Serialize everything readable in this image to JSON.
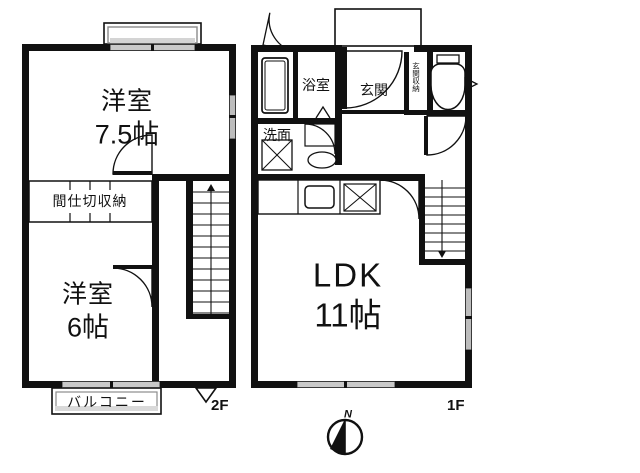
{
  "document": {
    "type": "floor-plan",
    "background_color": "#ffffff",
    "line_color": "#111111",
    "units": "帖 (tatami mats)"
  },
  "floors": [
    {
      "id": "2F",
      "label": "2F",
      "rooms": [
        {
          "name": "washitsu-upper",
          "label_main": "洋室",
          "label_size": "7.5帖",
          "size_value": 7.5
        },
        {
          "name": "washitsu-lower",
          "label_main": "洋室",
          "label_size": "6帖",
          "size_value": 6
        },
        {
          "name": "partition-closet",
          "label_main": "間仕切収納"
        },
        {
          "name": "balcony",
          "label_main": "バルコニー"
        },
        {
          "name": "stairs-up",
          "label_main": ""
        }
      ]
    },
    {
      "id": "1F",
      "label": "1F",
      "rooms": [
        {
          "name": "ldk",
          "label_main": "LDK",
          "label_size": "11帖",
          "size_value": 11
        },
        {
          "name": "bathroom",
          "label_main": "浴室"
        },
        {
          "name": "washroom",
          "label_main": "洗面"
        },
        {
          "name": "entrance",
          "label_main": "玄関"
        },
        {
          "name": "entrance-storage",
          "label_main": "玄関収納"
        },
        {
          "name": "toilet",
          "label_main": ""
        },
        {
          "name": "stairs-down",
          "label_main": ""
        }
      ]
    }
  ],
  "compass": {
    "north_label": "N",
    "name": "compass-rose"
  },
  "labels": {
    "yoshitsu": "洋室",
    "size_7_5": "7.5帖",
    "size_6": "6帖",
    "partition_storage": "間仕切収納",
    "balcony": "バルコニー",
    "ldk": "LDK",
    "ldk_size": "11帖",
    "bathroom": "浴室",
    "washroom": "洗面",
    "entrance": "玄関",
    "entrance_storage": "玄関収納",
    "floor_2f": "2F",
    "floor_1f": "1F",
    "north": "N"
  }
}
